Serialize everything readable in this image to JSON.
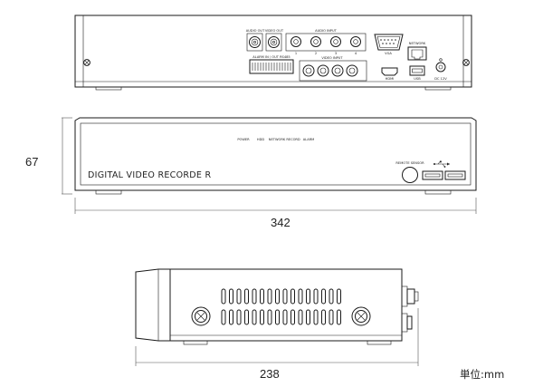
{
  "dimensions": {
    "height": "67",
    "width": "342",
    "depth": "238",
    "unit_label": "単位:mm"
  },
  "rear_panel": {
    "labels": {
      "audio_out": "AUDIO OUT",
      "video_out": "VIDEO OUT",
      "audio_in": "AUDIO INPUT",
      "vga": "VGA",
      "network": "NETWORK",
      "video_in": "VIDEO INPUT",
      "hdmi": "HDMI",
      "usb": "USB",
      "dc": "DC 12V",
      "alarm": "ALARM IN / OUT  RS485",
      "ch1": "1",
      "ch2": "2",
      "ch3": "3",
      "ch4": "4"
    }
  },
  "front_panel": {
    "brand": "DIGITAL VIDEO RECORDE R",
    "leds": [
      "POWER",
      "HDD",
      "NETWORK",
      "RECORD",
      "ALARM"
    ],
    "ir_label": "REMOTE SENSOR"
  }
}
